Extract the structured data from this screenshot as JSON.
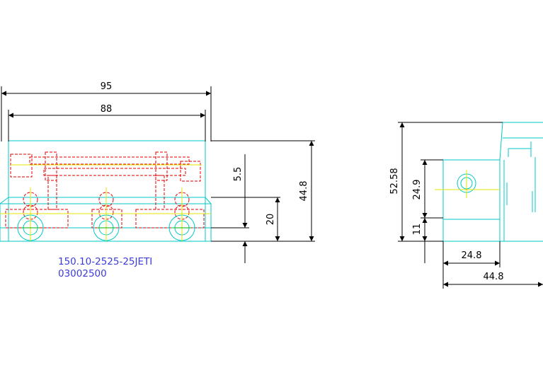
{
  "dimensions": {
    "front_total_width": "95",
    "front_inner_width": "88",
    "front_offset": "5.5",
    "front_height": "44.8",
    "front_lower_height": "20",
    "side_total_height": "52.58",
    "side_mid_height": "24.9",
    "side_bottom_height": "11",
    "side_inner_width": "24.8",
    "side_total_width": "44.8"
  },
  "part_label": {
    "line1": "150.10-2525-25JETI",
    "line2": "03002500"
  },
  "colors": {
    "outline": "#00c8c8",
    "hidden_lines": "#e00000",
    "center_lines": "#e6e600",
    "dimension_lines": "#000000",
    "label_text": "#3b3bd9"
  }
}
